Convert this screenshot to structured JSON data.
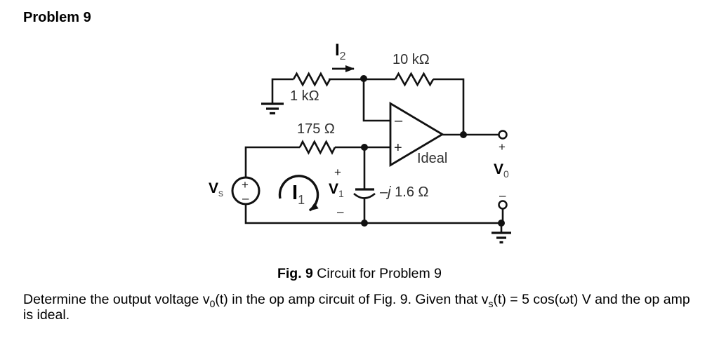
{
  "page": {
    "title": "Problem 9",
    "background": "#ffffff"
  },
  "figure": {
    "caption_bold": "Fig. 9",
    "caption_rest": " Circuit for Problem 9"
  },
  "statement": {
    "seg1": "Determine the output voltage v",
    "sub1": "0",
    "seg2": "(t) in the op amp circuit of Fig. 9. Given that v",
    "sub2": "s",
    "seg3": "(t) = 5 cos(ωt) V and the op amp",
    "line2": "is ideal."
  },
  "circuit": {
    "colors": {
      "line": "#111111",
      "value_label": "#2f2f2f",
      "text": "#000000"
    },
    "labels": {
      "r1": "1 kΩ",
      "r2": "10 kΩ",
      "r3": "175 Ω",
      "cap_prefix": "–j",
      "cap_rest": " 1.6 Ω",
      "ideal": "Ideal"
    },
    "opamp": {
      "minus": "–",
      "plus": "+"
    },
    "source": {
      "main": "V",
      "sub": "s",
      "plus": "+",
      "minus": "–"
    },
    "currents": {
      "i2": {
        "main": "I",
        "sub": "2"
      },
      "i1": {
        "main": "I",
        "sub": "1"
      }
    },
    "voltages": {
      "v1": {
        "main": "V",
        "sub": "1",
        "plus": "+",
        "minus": "–"
      },
      "vo": {
        "main": "V",
        "sub": "0",
        "plus": "+",
        "minus": "–"
      }
    }
  }
}
